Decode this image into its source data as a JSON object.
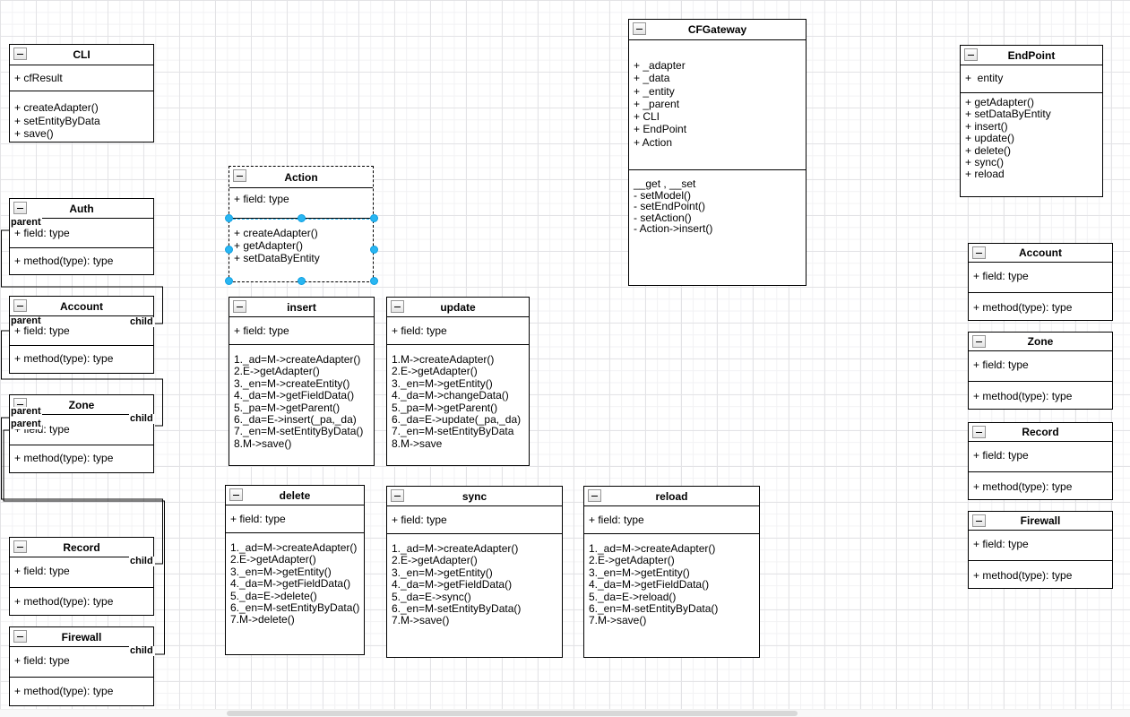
{
  "diagram": {
    "classes": [
      {
        "id": "cli",
        "title": "CLI",
        "attributes": [
          "+ cfResult"
        ],
        "methods": [
          "+ createAdapter()",
          "+ setEntityByData",
          "+ save()"
        ]
      },
      {
        "id": "auth",
        "title": "Auth",
        "attributes": [
          "+ field: type"
        ],
        "methods": [
          "+ method(type): type"
        ]
      },
      {
        "id": "account-left",
        "title": "Account",
        "attributes": [
          "+ field: type"
        ],
        "methods": [
          "+ method(type): type"
        ]
      },
      {
        "id": "zone-left",
        "title": "Zone",
        "attributes": [
          "+ field: type"
        ],
        "methods": [
          "+ method(type): type"
        ]
      },
      {
        "id": "record-left",
        "title": "Record",
        "attributes": [
          "+ field: type"
        ],
        "methods": [
          "+ method(type): type"
        ]
      },
      {
        "id": "firewall-left",
        "title": "Firewall",
        "attributes": [
          "+ field: type"
        ],
        "methods": [
          "+ method(type): type"
        ]
      },
      {
        "id": "action",
        "title": "Action",
        "selected": true,
        "attributes": [
          "+ field: type"
        ],
        "methods": [
          "+ createAdapter()",
          "+ getAdapter()",
          "+ setDataByEntity"
        ]
      },
      {
        "id": "insert",
        "title": "insert",
        "attributes": [
          "+ field: type"
        ],
        "methods": [
          "1._ad=M->createAdapter()",
          "2.E->getAdapter()",
          "3._en=M->createEntity()",
          "4._da=M->getFieldData()",
          "5._pa=M->getParent()",
          "6._da=E->insert(_pa,_da)",
          "7._en=M-setEntityByData()",
          "8.M->save()"
        ]
      },
      {
        "id": "update",
        "title": "update",
        "attributes": [
          "+ field: type"
        ],
        "methods": [
          "1.M->createAdapter()",
          "2.E->getAdapter()",
          "3._en=M->getEntity()",
          "4._da=M->changeData()",
          "5._pa=M->getParent()",
          "6._da=E->update(_pa,_da)",
          "7._en=M-setEntityByData",
          "8.M->save"
        ]
      },
      {
        "id": "delete",
        "title": "delete",
        "attributes": [
          "+ field: type"
        ],
        "methods": [
          "1._ad=M->createAdapter()",
          "2.E->getAdapter()",
          "3._en=M->getEntity()",
          "4._da=M->getFieldData()",
          "5._da=E->delete()",
          "6._en=M-setEntityByData()",
          "7.M->delete()"
        ]
      },
      {
        "id": "sync",
        "title": "sync",
        "attributes": [
          "+ field: type"
        ],
        "methods": [
          "1._ad=M->createAdapter()",
          "2.E->getAdapter()",
          "3._en=M->getEntity()",
          "4._da=M->getFieldData()",
          "5._da=E->sync()",
          "6._en=M-setEntityByData()",
          "7.M->save()"
        ]
      },
      {
        "id": "reload",
        "title": "reload",
        "attributes": [
          "+ field: type"
        ],
        "methods": [
          "1._ad=M->createAdapter()",
          "2.E->getAdapter()",
          "3._en=M->getEntity()",
          "4._da=M->getFieldData()",
          "5._da=E->reload()",
          "6._en=M-setEntityByData()",
          "7.M->save()"
        ]
      },
      {
        "id": "cfgateway",
        "title": "CFGateway",
        "attributes": [
          "+ _adapter",
          "+ _data",
          "+ _entity",
          "+ _parent",
          "+ CLI",
          "+ EndPoint",
          "+ Action"
        ],
        "methods": [
          "__get , __set",
          "- setModel()",
          "- setEndPoint()",
          "- setAction()",
          "- Action->insert()"
        ]
      },
      {
        "id": "endpoint",
        "title": "EndPoint",
        "attributes": [
          "+  entity"
        ],
        "methods": [
          "+ getAdapter()",
          "+ setDataByEntity",
          "+ insert()",
          "+ update()",
          "+ delete()",
          "+ sync()",
          "+ reload"
        ]
      },
      {
        "id": "account-right",
        "title": "Account",
        "attributes": [
          "+ field: type"
        ],
        "methods": [
          "+ method(type): type"
        ]
      },
      {
        "id": "zone-right",
        "title": "Zone",
        "attributes": [
          "+ field: type"
        ],
        "methods": [
          "+ method(type): type"
        ]
      },
      {
        "id": "record-right",
        "title": "Record",
        "attributes": [
          "+ field: type"
        ],
        "methods": [
          "+ method(type): type"
        ]
      },
      {
        "id": "firewall-right",
        "title": "Firewall",
        "attributes": [
          "+ field: type"
        ],
        "methods": [
          "+ method(type): type"
        ]
      }
    ],
    "edge_labels": [
      {
        "id": "auth-parent",
        "text": "parent"
      },
      {
        "id": "account-child",
        "text": "child"
      },
      {
        "id": "account-parent",
        "text": "parent"
      },
      {
        "id": "zone-child",
        "text": "child"
      },
      {
        "id": "zone-parent-1",
        "text": "parent"
      },
      {
        "id": "zone-parent-2",
        "text": "parent"
      },
      {
        "id": "record-child",
        "text": "child"
      },
      {
        "id": "firewall-child",
        "text": "child"
      }
    ],
    "colors": {
      "selection_handle": "#29b6f2",
      "box_border": "#000000",
      "edge": "#000000",
      "grid_minor": "#f2f2f4",
      "grid_major": "#e3e3e6"
    }
  }
}
